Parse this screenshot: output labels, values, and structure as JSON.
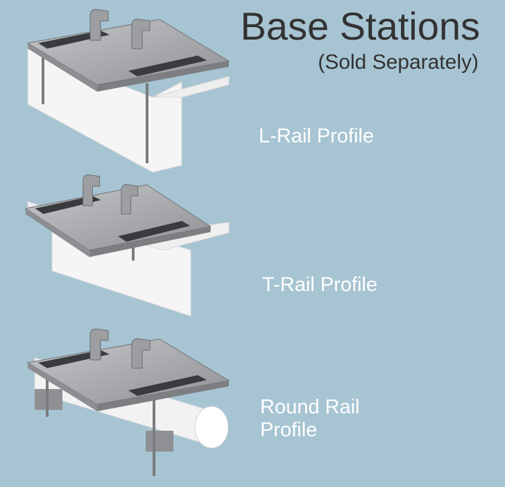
{
  "header": {
    "title": "Base Stations",
    "subtitle": "(Sold Separately)"
  },
  "products": [
    {
      "label": "L-Rail Profile"
    },
    {
      "label": "T-Rail Profile"
    },
    {
      "label_line1": "Round Rail",
      "label_line2": "Profile"
    }
  ],
  "colors": {
    "background": "#a7c4d2",
    "title": "#333233",
    "label": "#ffffff",
    "plate": "#a9abae",
    "rubber": "#3a3b3e",
    "rail": "#f4f4f4"
  }
}
